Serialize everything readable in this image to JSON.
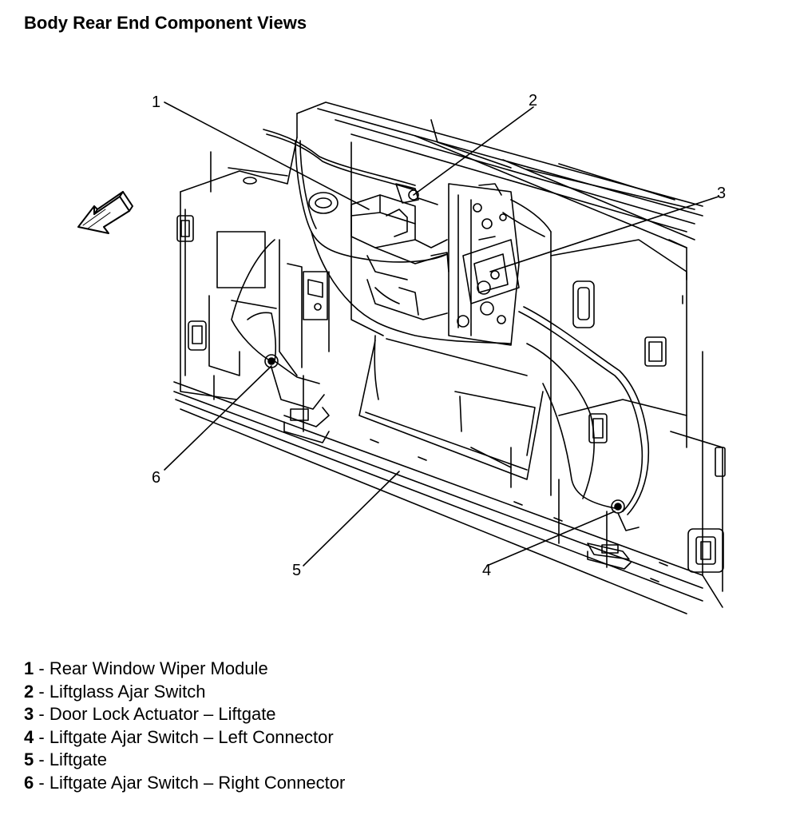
{
  "title": "Body Rear End Component Views",
  "callouts": [
    "1",
    "2",
    "3",
    "4",
    "5",
    "6"
  ],
  "legend": [
    {
      "num": "1",
      "sep": " - ",
      "label": "Rear Window Wiper Module"
    },
    {
      "num": "2",
      "sep": " - ",
      "label": "Liftglass Ajar Switch"
    },
    {
      "num": "3",
      "sep": " - ",
      "label": "Door Lock Actuator – Liftgate"
    },
    {
      "num": "4",
      "sep": " - ",
      "label": "Liftgate Ajar Switch – Left Connector"
    },
    {
      "num": "5",
      "sep": " - ",
      "label": "Liftgate"
    },
    {
      "num": "6",
      "sep": " - ",
      "label": "Liftgate Ajar Switch – Right Connector"
    }
  ]
}
